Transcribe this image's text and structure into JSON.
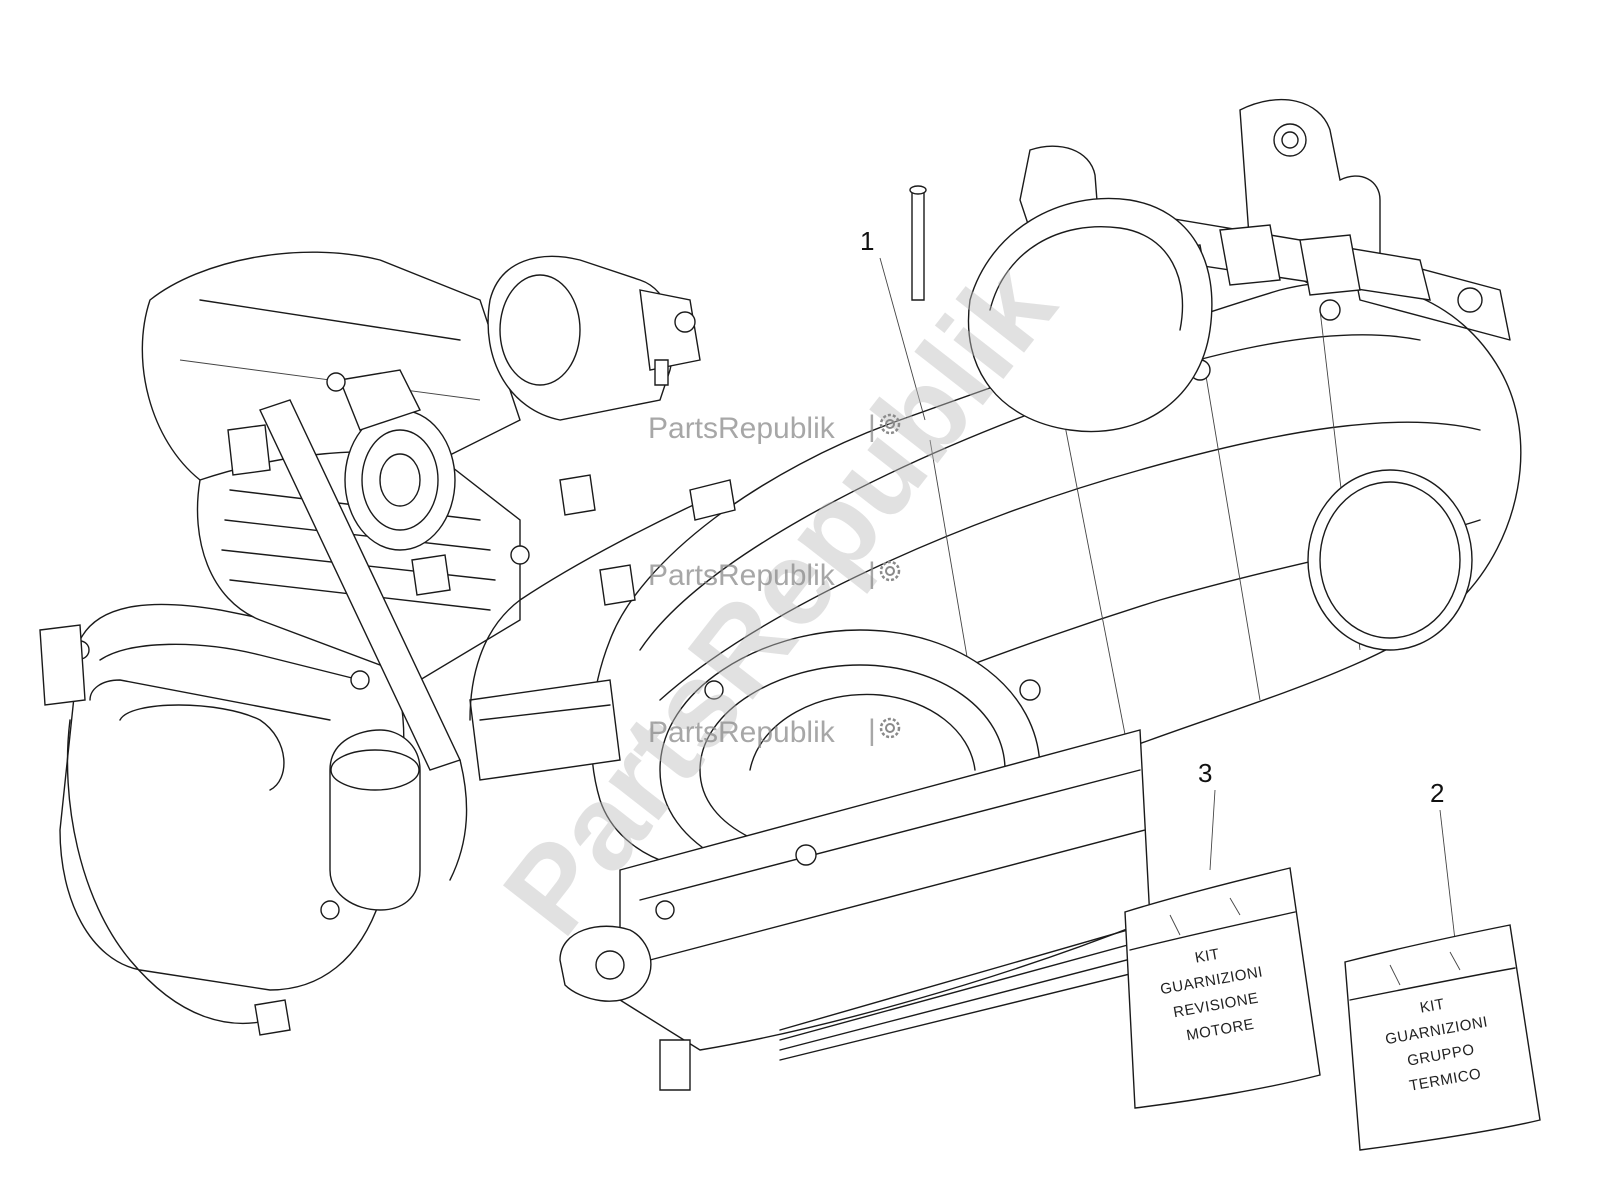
{
  "watermark": {
    "brand_text": "PartsRepublik",
    "separator": "|"
  },
  "callouts": [
    {
      "id": "1",
      "label": "1"
    },
    {
      "id": "2",
      "label": "2"
    },
    {
      "id": "3",
      "label": "3"
    }
  ],
  "kits": {
    "engine_overhaul": {
      "lines": [
        "KIT",
        "GUARNIZIONI",
        "REVISIONE",
        "MOTORE"
      ]
    },
    "cylinder_group": {
      "lines": [
        "KIT",
        "GUARNIZIONI",
        "GRUPPO",
        "TERMICO"
      ]
    }
  },
  "icons": {
    "watermark_icon": "gear-icon"
  },
  "colors": {
    "line": "#1a1a1a",
    "watermark": "#8a8a8a",
    "background": "#ffffff"
  }
}
